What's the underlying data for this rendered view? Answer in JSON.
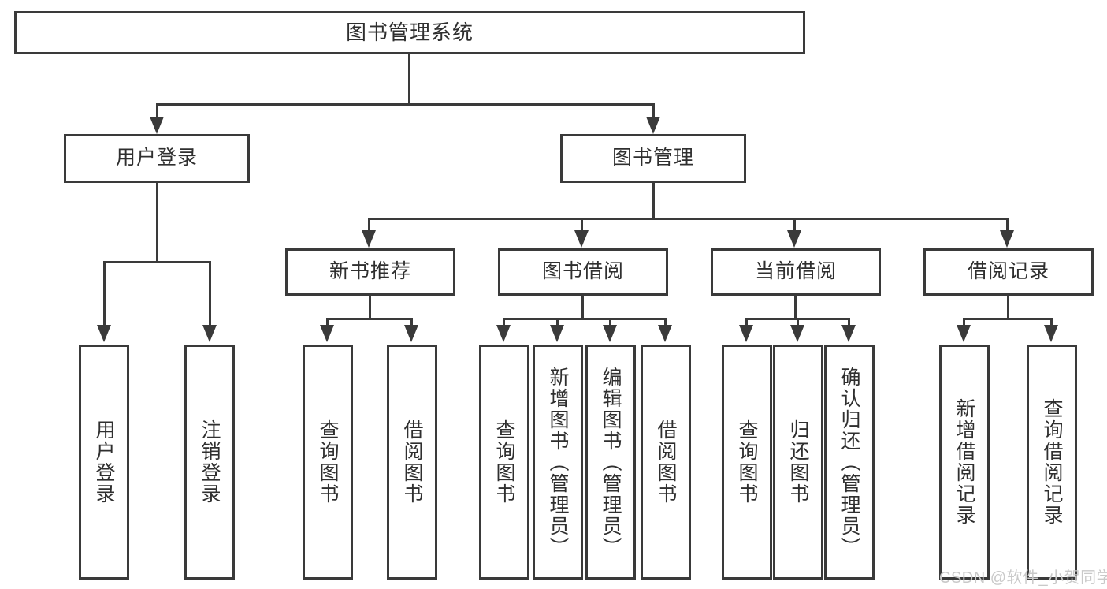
{
  "diagram": {
    "type": "tree",
    "title": "图书管理系统",
    "watermark": "CSDN @软件_小贺同学",
    "colors": {
      "border": "#3a3a3a",
      "fill": "#ffffff",
      "text": "#2f2f2f",
      "watermark": "#c9c9c9"
    },
    "levels": {
      "root": {
        "label": "图书管理系统"
      },
      "level2": [
        {
          "label": "用户登录"
        },
        {
          "label": "图书管理"
        }
      ],
      "level3": [
        {
          "label": "新书推荐"
        },
        {
          "label": "图书借阅"
        },
        {
          "label": "当前借阅"
        },
        {
          "label": "借阅记录"
        }
      ],
      "level4": [
        {
          "label": "用户登录"
        },
        {
          "label": "注销登录"
        },
        {
          "label": "查询图书"
        },
        {
          "label": "借阅图书"
        },
        {
          "label": "查询图书"
        },
        {
          "label": "新增图书（管理员）"
        },
        {
          "label": "编辑图书（管理员）"
        },
        {
          "label": "借阅图书"
        },
        {
          "label": "查询图书"
        },
        {
          "label": "归还图书"
        },
        {
          "label": "确认归还（管理员）"
        },
        {
          "label": "新增借阅记录"
        },
        {
          "label": "查询借阅记录"
        }
      ]
    },
    "edges": [
      {
        "from": "图书管理系统",
        "to": "用户登录"
      },
      {
        "from": "图书管理系统",
        "to": "图书管理"
      },
      {
        "from": "用户登录",
        "to": "用户登录"
      },
      {
        "from": "用户登录",
        "to": "注销登录"
      },
      {
        "from": "图书管理",
        "to": "新书推荐"
      },
      {
        "from": "图书管理",
        "to": "图书借阅"
      },
      {
        "from": "图书管理",
        "to": "当前借阅"
      },
      {
        "from": "图书管理",
        "to": "借阅记录"
      },
      {
        "from": "新书推荐",
        "to": "查询图书"
      },
      {
        "from": "新书推荐",
        "to": "借阅图书"
      },
      {
        "from": "图书借阅",
        "to": "查询图书"
      },
      {
        "from": "图书借阅",
        "to": "新增图书（管理员）"
      },
      {
        "from": "图书借阅",
        "to": "编辑图书（管理员）"
      },
      {
        "from": "图书借阅",
        "to": "借阅图书"
      },
      {
        "from": "当前借阅",
        "to": "查询图书"
      },
      {
        "from": "当前借阅",
        "to": "归还图书"
      },
      {
        "from": "当前借阅",
        "to": "确认归还（管理员）"
      },
      {
        "from": "借阅记录",
        "to": "新增借阅记录"
      },
      {
        "from": "借阅记录",
        "to": "查询借阅记录"
      }
    ]
  }
}
